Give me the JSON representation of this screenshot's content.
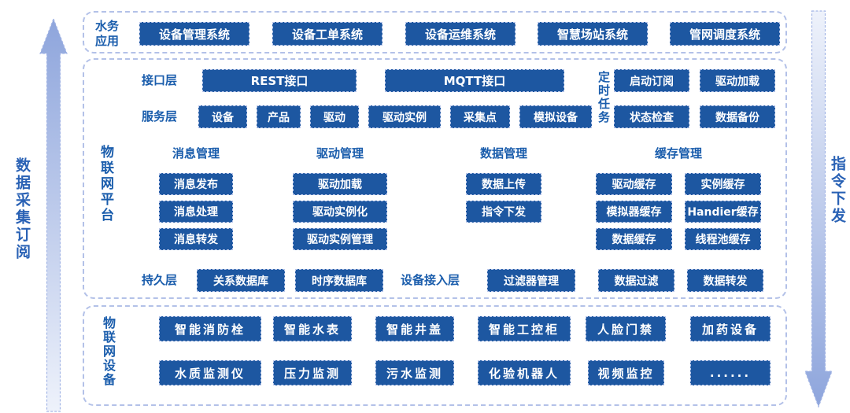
{
  "colors": {
    "box_fill": "#1d57a1",
    "label_text": "#1a5dac",
    "section_border": "#b3c1e8",
    "arrow_dark": "#8ea5dc",
    "arrow_light": "#eef2fb"
  },
  "left_arrow": {
    "label": "数据采集订阅",
    "direction": "up"
  },
  "right_arrow": {
    "label": "指令下发",
    "direction": "down"
  },
  "top_section": {
    "label": "水务应用",
    "items": [
      "设备管理系统",
      "设备工单系统",
      "设备运维系统",
      "智慧场站系统",
      "管网调度系统"
    ]
  },
  "platform": {
    "label": "物联网平台",
    "interface_layer": {
      "label": "接口层",
      "items": [
        "REST接口",
        "MQTT接口"
      ]
    },
    "scheduled_tasks": {
      "label": "定时任务",
      "items": [
        "启动订阅",
        "驱动加载",
        "状态检查",
        "数据备份"
      ]
    },
    "service_layer": {
      "label": "服务层",
      "items": [
        "设备",
        "产品",
        "驱动",
        "驱动实例",
        "采集点",
        "模拟设备"
      ]
    },
    "groups": [
      {
        "title": "消息管理",
        "items": [
          "消息发布",
          "消息处理",
          "消息转发"
        ]
      },
      {
        "title": "驱动管理",
        "items": [
          "驱动加载",
          "驱动实例化",
          "驱动实例管理"
        ]
      },
      {
        "title": "数据管理",
        "items": [
          "数据上传",
          "指令下发"
        ]
      },
      {
        "title": "缓存管理",
        "items": [
          "驱动缓存",
          "实例缓存",
          "模拟器缓存",
          "Handier缓存",
          "数据缓存",
          "线程池缓存"
        ]
      }
    ],
    "persistence_layer": {
      "label": "持久层",
      "items": [
        "关系数据库",
        "时序数据库"
      ]
    },
    "access_layer": {
      "label": "设备接入层",
      "items": [
        "过滤器管理",
        "数据过滤",
        "数据转发"
      ]
    }
  },
  "devices": {
    "label": "物联网设备",
    "rows": [
      [
        "智能消防栓",
        "智能水表",
        "智能井盖",
        "智能工控柜",
        "人脸门禁",
        "加药设备"
      ],
      [
        "水质监测仪",
        "压力监测",
        "污水监测",
        "化验机器人",
        "视频监控",
        "......"
      ]
    ]
  }
}
